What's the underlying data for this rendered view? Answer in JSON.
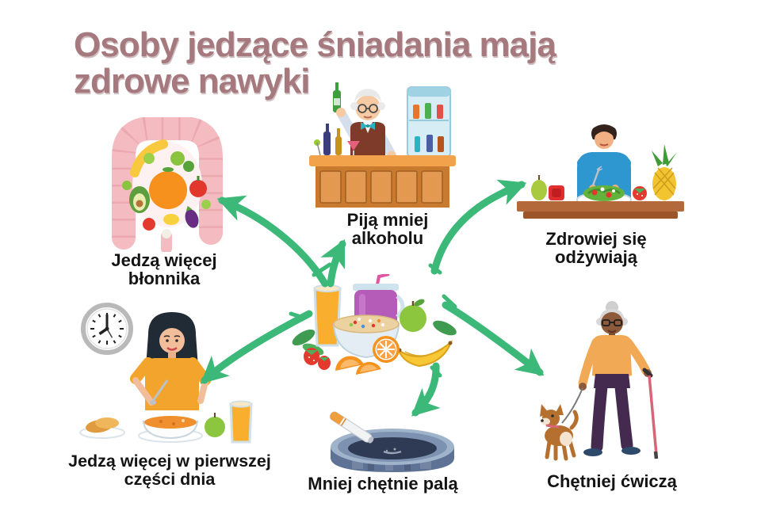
{
  "title": {
    "text": "Osoby jedzące śniadania mają zdrowe nawyki"
  },
  "center": {
    "icon": "breakfast-foods-icon"
  },
  "items": [
    {
      "id": "fiber",
      "label": "Jedzą więcej błonnika",
      "icon": "intestine-with-produce-icon"
    },
    {
      "id": "less-alcohol",
      "label": "Piją mniej alkoholu",
      "icon": "bartender-bar-icon"
    },
    {
      "id": "healthier-diet",
      "label": "Zdrowiej się odżywiają",
      "icon": "man-eating-salad-icon"
    },
    {
      "id": "morning-eating",
      "label": "Jedzą więcej w pierwszej części dnia",
      "icon": "woman-breakfast-clock-icon"
    },
    {
      "id": "less-smoking",
      "label": "Mniej chętnie palą",
      "icon": "ashtray-cigarette-icon"
    },
    {
      "id": "more-exercise",
      "label": "Chętniej ćwiczą",
      "icon": "senior-woman-walking-dog-icon"
    }
  ],
  "colors": {
    "background": "#ffffff",
    "title": "#a5797d",
    "label": "#141414",
    "arrow": "#3cb878"
  }
}
